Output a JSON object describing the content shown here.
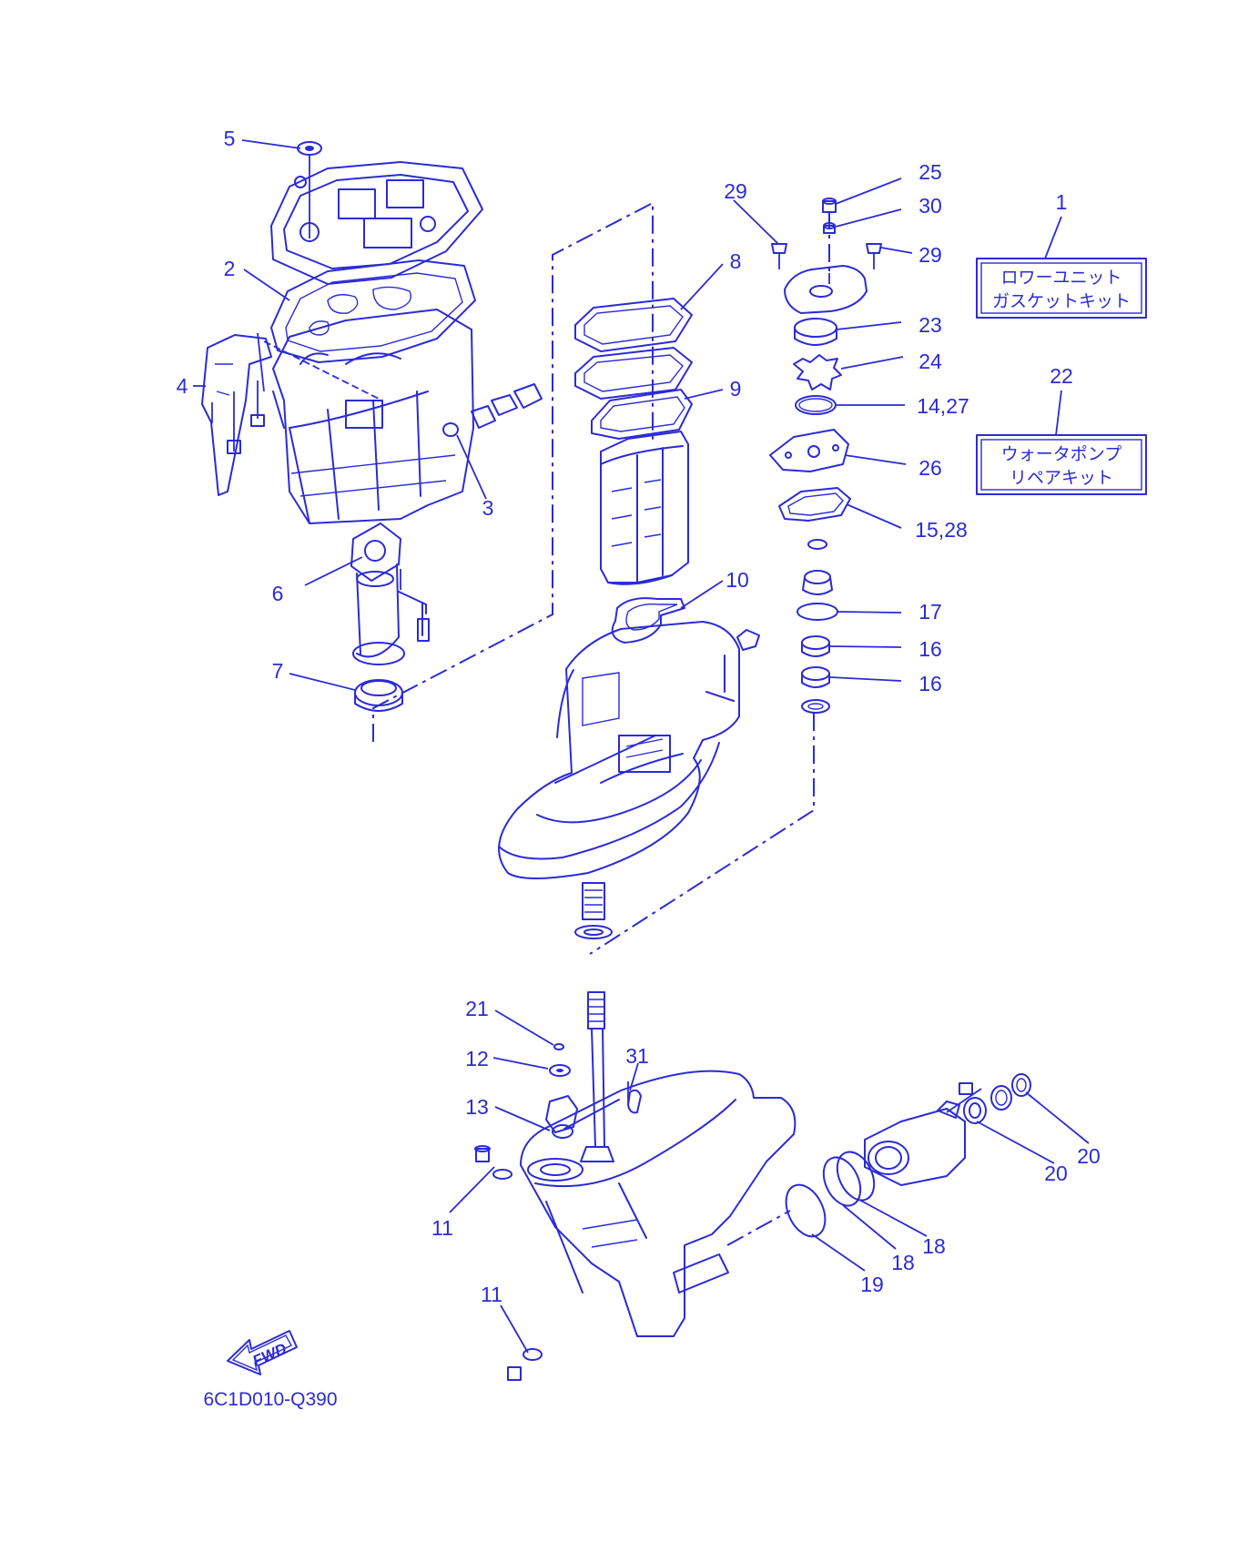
{
  "diagram_code": "6C1D010-Q390",
  "fwd_label": "FWD",
  "kits": [
    {
      "number": "1",
      "line1": "ロワーユニット",
      "line2": "ガスケットキット"
    },
    {
      "number": "22",
      "line1": "ウォータポンプ",
      "line2": "リペアキット"
    }
  ],
  "callouts": {
    "n2": "2",
    "n3": "3",
    "n4": "4",
    "n5": "5",
    "n6": "6",
    "n7": "7",
    "n8": "8",
    "n9": "9",
    "n10": "10",
    "n11a": "11",
    "n11b": "11",
    "n12": "12",
    "n13": "13",
    "n14_27": "14,27",
    "n15_28": "15,28",
    "n16a": "16",
    "n16b": "16",
    "n17": "17",
    "n18a": "18",
    "n18b": "18",
    "n19": "19",
    "n20a": "20",
    "n20b": "20",
    "n21": "21",
    "n23": "23",
    "n24": "24",
    "n25": "25",
    "n26": "26",
    "n29a": "29",
    "n29b": "29",
    "n30": "30",
    "n31": "31"
  },
  "colors": {
    "line": "#2b2bd6",
    "background": "#ffffff"
  }
}
